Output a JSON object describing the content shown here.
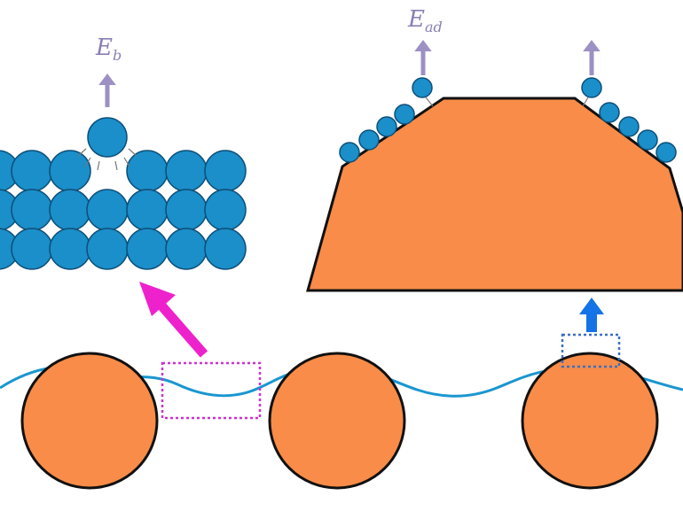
{
  "labels": {
    "binding_energy": {
      "main": "E",
      "sub": "b"
    },
    "adsorption_energy": {
      "main": "E",
      "sub": "ad"
    }
  },
  "colors": {
    "atom_fill": "#1a8fc9",
    "atom_stroke": "#0e4f78",
    "particle_fill": "#f88c48",
    "particle_stroke": "#111111",
    "wave_stroke": "#1a96d0",
    "energy_arrow": "#9d90c4",
    "magenta_arrow": "#ee22cc",
    "magenta_box": "#cc33cc",
    "blue_arrow": "#1473e6",
    "blue_box": "#3b6fc6"
  }
}
